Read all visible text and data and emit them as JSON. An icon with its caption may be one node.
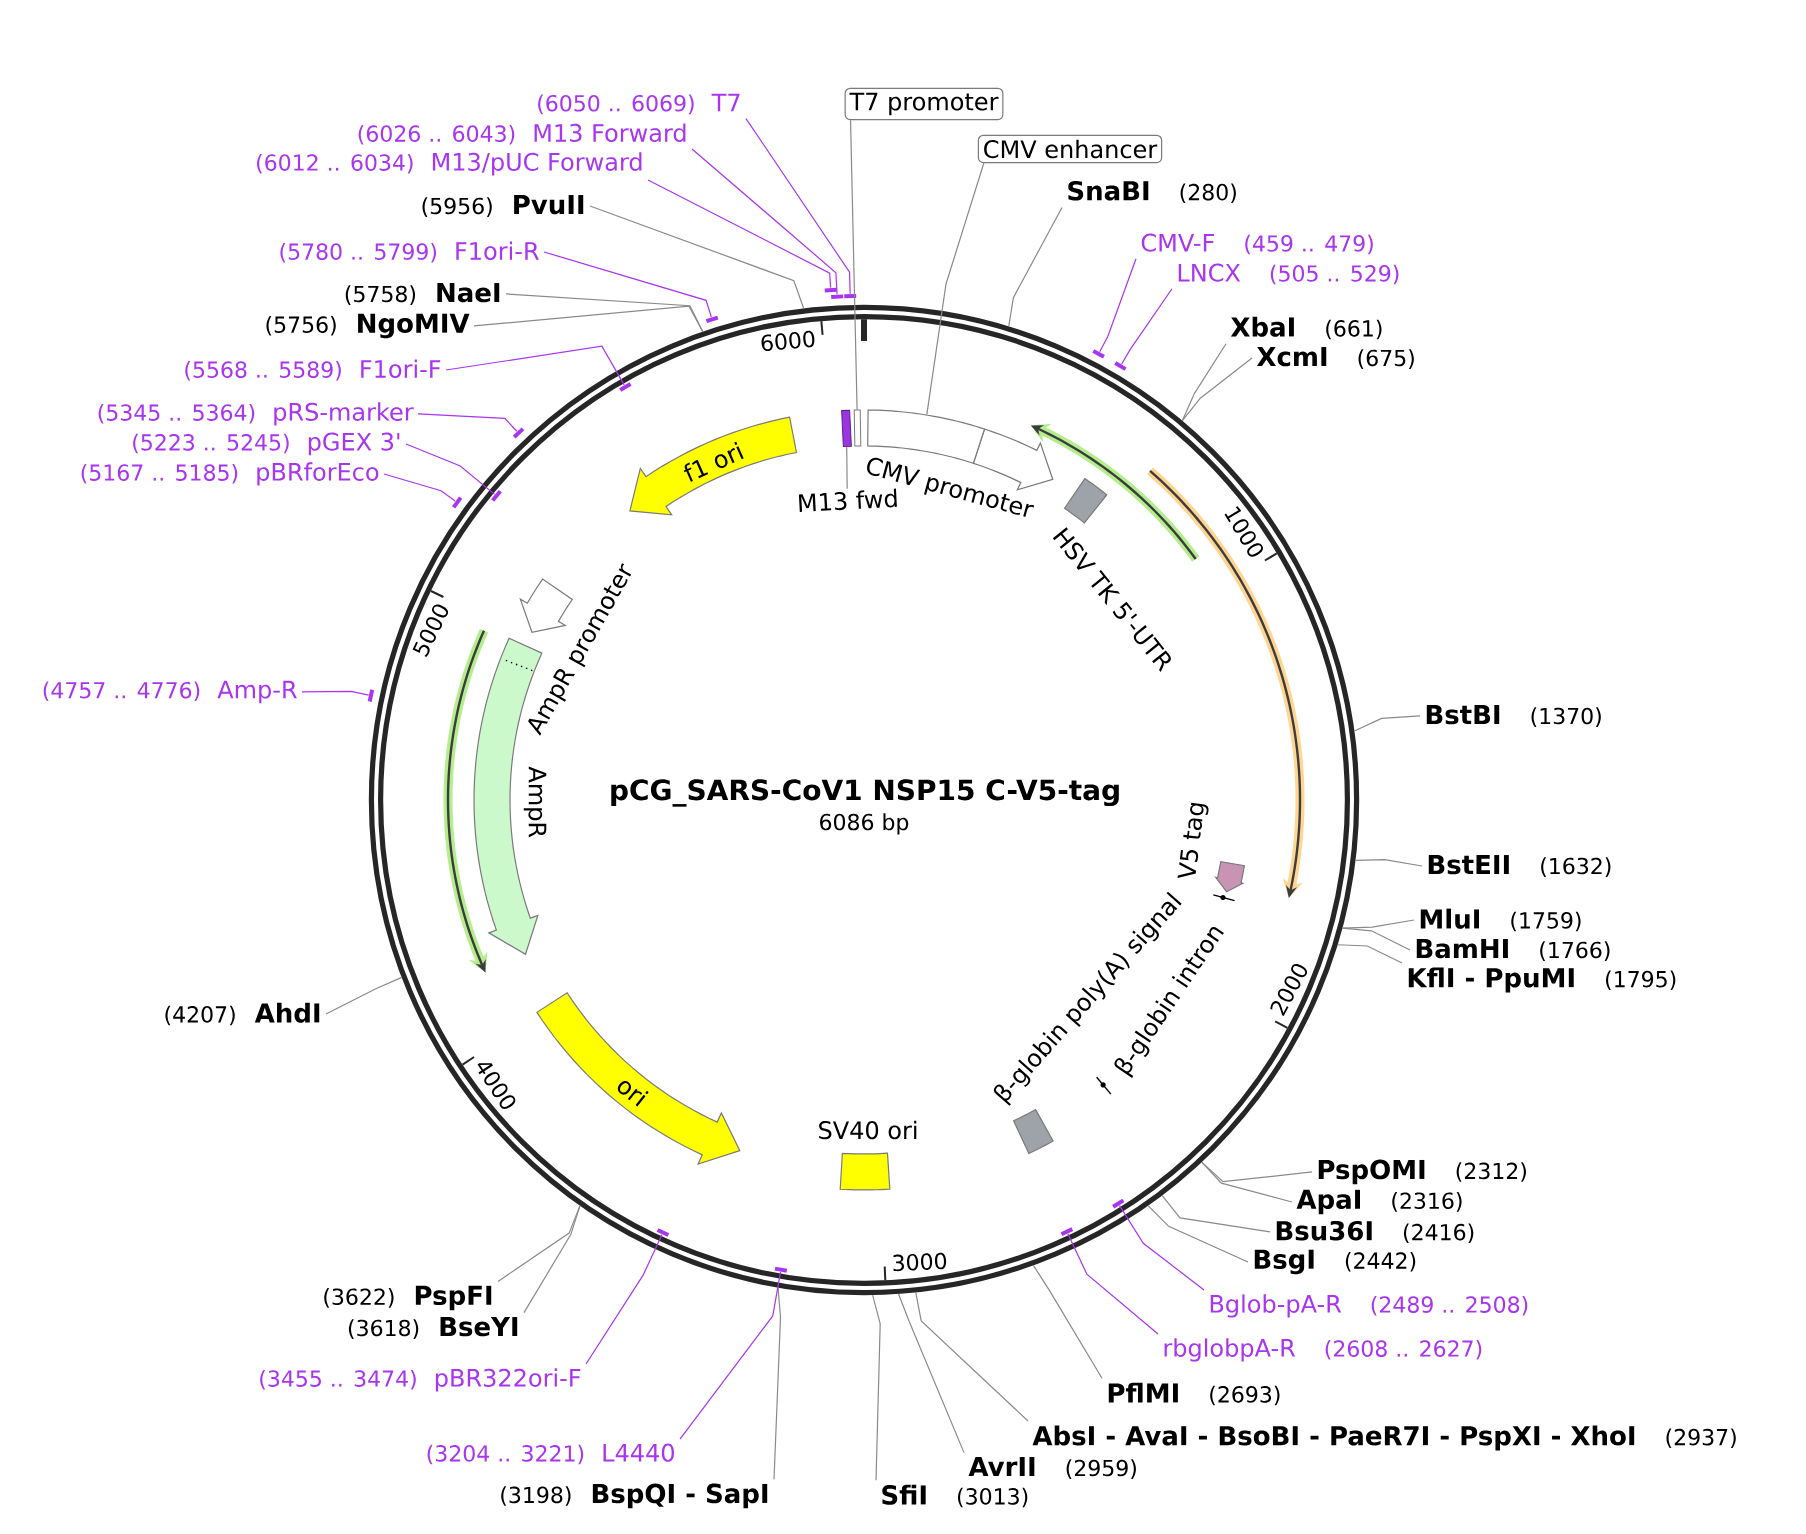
{
  "diagram": {
    "title": "pCG_SARS-CoV1 NSP15 C-V5-tag",
    "nodes": [
      {
        "text": [],
        "shape": "circle"
      },
      {
        "text": [],
        "shape": "box",
        "in": 0
      },
      {
        "text": [],
        "shape": "box",
        "in": 0
      },
      {
        "text": [
          "M13 fwd"
        ],
        "in": 0
      },
      {
        "text": [
          "CMV promoter"
        ],
        "in": 0
      },
      {
        "text": [
          "HSV TK 5'-UTR"
        ],
        "in": 0
      },
      {
        "text": [
          "V5 tag"
        ],
        "in": 0
      },
      {
        "text": [
          "β-globin intron"
        ],
        "in": 0
      },
      {
        "text": [
          "β-globin poly(A) signal"
        ],
        "in": 0
      },
      {
        "text": [
          "SV40 ori"
        ],
        "in": 0
      },
      {
        "text": [
          "ori"
        ],
        "in": 0
      },
      {
        "text": [
          "AmpR"
        ],
        "in": 0
      },
      {
        "text": [
          "AmpR promoter"
        ],
        "in": 0
      },
      {
        "text": [
          "f1 ori"
        ],
        "in": 0
      },
      {
        "text": [
          "T7 promoter"
        ]
      },
      {
        "text": [
          "CMV enhancer"
        ]
      },
      {
        "text": [
          "SnaBI",
          "(280)"
        ]
      },
      {
        "text": [
          "CMV-F",
          "(459 .. 479)"
        ]
      },
      {
        "text": [
          "LNCX",
          "(505 .. 529)"
        ]
      },
      {
        "text": [
          "XbaI",
          "(661)"
        ]
      },
      {
        "text": [
          "XcmI",
          "(675)"
        ]
      },
      {
        "text": [
          "BstBI",
          "(1370)"
        ]
      },
      {
        "text": [
          "BstEII",
          "(1632)"
        ]
      },
      {
        "text": [
          "MluI",
          "(1759)"
        ]
      },
      {
        "text": [
          "BamHI",
          "(1766)"
        ]
      },
      {
        "text": [
          "KflI - PpuMI",
          "(1795)"
        ]
      },
      {
        "text": [
          "PspOMI",
          "(2312)"
        ]
      },
      {
        "text": [
          "ApaI",
          "(2316)"
        ]
      },
      {
        "text": [
          "Bsu36I",
          "(2416)"
        ]
      },
      {
        "text": [
          "BsgI",
          "(2442)"
        ]
      },
      {
        "text": [
          "Bglob-pA-R",
          "(2489 .. 2508)"
        ]
      },
      {
        "text": [
          "rbglobpA-R",
          "(2608 .. 2627)"
        ]
      },
      {
        "text": [
          "PflMI",
          "(2693)"
        ]
      },
      {
        "text": [
          "AbsI - AvaI - BsoBI - PaeR7I - PspXI - XhoI",
          "(2937)"
        ]
      },
      {
        "text": [
          "AvrII",
          "(2959)"
        ]
      },
      {
        "text": [
          "SfiI",
          "(3013)"
        ]
      },
      {
        "text": [
          "(3198)",
          "BspQI - SapI"
        ]
      },
      {
        "text": [
          "(3204 .. 3221)",
          "L4440"
        ]
      },
      {
        "text": [
          "(3455 .. 3474)",
          "pBR322ori-F"
        ]
      },
      {
        "text": [
          "(3618)",
          "BseYI"
        ]
      },
      {
        "text": [
          "(3622)",
          "PspFI"
        ]
      },
      {
        "text": [
          "(4207)",
          "AhdI"
        ]
      },
      {
        "text": [
          "(4757 .. 4776)",
          "Amp-R"
        ]
      },
      {
        "text": [
          "(5167 .. 5185)",
          "pBRforEco"
        ]
      },
      {
        "text": [
          "(5223 .. 5245)",
          "pGEX 3'"
        ]
      },
      {
        "text": [
          "(5345 .. 5364)",
          "pRS-marker"
        ]
      },
      {
        "text": [
          "(5568 .. 5589)",
          "F1ori-F"
        ]
      },
      {
        "text": [
          "(5756)",
          "NgoMIV"
        ]
      },
      {
        "text": [
          "(5758)",
          "NaeI"
        ]
      },
      {
        "text": [
          "(5780 .. 5799)",
          "F1ori-R"
        ]
      },
      {
        "text": [
          "(5956)",
          "PvuII"
        ]
      },
      {
        "text": [
          "(6012 .. 6034)",
          "M13/pUC Forward"
        ]
      },
      {
        "text": [
          "(6026 .. 6043)",
          "M13 Forward"
        ]
      },
      {
        "text": [
          "(6050 .. 6069)",
          "T7"
        ]
      },
      {
        "text": [],
        "shape": "bar"
      },
      {
        "text": [],
        "shape": "bar"
      },
      {
        "text": [],
        "shape": "bar",
        "in": 0
      },
      {
        "text": [],
        "shape": "bar",
        "in": 0
      },
      {
        "text": [],
        "shape": "bar",
        "in": 0
      },
      {
        "text": [],
        "shape": "bar",
        "in": 0
      },
      {
        "text": [],
        "shape": "bar"
      },
      {
        "text": [],
        "shape": "bar"
      },
      {
        "text": [],
        "shape": "bar",
        "in": 0
      },
      {
        "text": [],
        "shape": "bar"
      },
      {
        "text": [],
        "shape": "bar",
        "in": 0
      },
      {
        "text": [],
        "shape": "bar"
      },
      {
        "text": [],
        "shape": "bar"
      },
      {
        "text": [],
        "shape": "bar"
      },
      {
        "text": [],
        "shape": "bar"
      },
      {
        "text": [],
        "shape": "box",
        "in": 0
      }
    ],
    "edges": [
      {
        "from": 14,
        "to": 2,
        "arrow": "none"
      },
      {
        "from": 15,
        "to": 69,
        "arrow": "none"
      },
      {
        "from": 3,
        "to": 1,
        "arrow": "none"
      },
      {
        "from": 16,
        "to": 0,
        "arrow": "none"
      },
      {
        "from": 17,
        "to": 54,
        "arrow": "none",
        "color": "#a835f0"
      },
      {
        "from": 18,
        "to": 55,
        "arrow": "none",
        "color": "#a835f0"
      },
      {
        "from": 19,
        "to": 0,
        "arrow": "none"
      },
      {
        "from": 20,
        "to": 0,
        "arrow": "none"
      },
      {
        "from": 21,
        "to": 0,
        "arrow": "none"
      },
      {
        "from": 22,
        "to": 0,
        "arrow": "none"
      },
      {
        "from": 23,
        "to": 0,
        "arrow": "none"
      },
      {
        "from": 24,
        "to": 0,
        "arrow": "none"
      },
      {
        "from": 25,
        "to": 0,
        "arrow": "none"
      },
      {
        "from": 26,
        "to": 0,
        "arrow": "none"
      },
      {
        "from": 27,
        "to": 0,
        "arrow": "none"
      },
      {
        "from": 28,
        "to": 0,
        "arrow": "none"
      },
      {
        "from": 29,
        "to": 0,
        "arrow": "none"
      },
      {
        "from": 30,
        "to": 56,
        "arrow": "none",
        "color": "#a835f0"
      },
      {
        "from": 31,
        "to": 57,
        "arrow": "none",
        "color": "#a835f0"
      },
      {
        "from": 32,
        "to": 0,
        "arrow": "none"
      },
      {
        "from": 33,
        "to": 0,
        "arrow": "none"
      },
      {
        "from": 34,
        "to": 0,
        "arrow": "none"
      },
      {
        "from": 35,
        "to": 0,
        "arrow": "none"
      },
      {
        "from": 36,
        "to": 0,
        "arrow": "none"
      },
      {
        "from": 37,
        "to": 58,
        "arrow": "none",
        "color": "#a835f0"
      },
      {
        "from": 38,
        "to": 59,
        "arrow": "none",
        "color": "#a835f0"
      },
      {
        "from": 39,
        "to": 0,
        "arrow": "none"
      },
      {
        "from": 40,
        "to": 0,
        "arrow": "none"
      },
      {
        "from": 41,
        "to": 0,
        "arrow": "none"
      },
      {
        "from": 42,
        "to": 60,
        "arrow": "none",
        "color": "#a835f0"
      },
      {
        "from": 43,
        "to": 61,
        "arrow": "none",
        "color": "#a835f0"
      },
      {
        "from": 44,
        "to": 62,
        "arrow": "none",
        "color": "#a835f0"
      },
      {
        "from": 45,
        "to": 63,
        "arrow": "none",
        "color": "#a835f0"
      },
      {
        "from": 46,
        "to": 64,
        "arrow": "none",
        "color": "#a835f0"
      },
      {
        "from": 47,
        "to": 0,
        "arrow": "none"
      },
      {
        "from": 48,
        "to": 0,
        "arrow": "none"
      },
      {
        "from": 49,
        "to": 65,
        "arrow": "none",
        "color": "#a835f0"
      },
      {
        "from": 50,
        "to": 0,
        "arrow": "none"
      },
      {
        "from": 51,
        "to": 66,
        "arrow": "none",
        "color": "#a835f0"
      },
      {
        "from": 52,
        "to": 67,
        "arrow": "none",
        "color": "#a835f0"
      },
      {
        "from": 53,
        "to": 68,
        "arrow": "none",
        "color": "#a835f0"
      }
    ],
    "labels": [
      "6086 bp",
      "1000",
      "2000",
      "3000",
      "4000",
      "5000",
      "6000"
    ]
  }
}
